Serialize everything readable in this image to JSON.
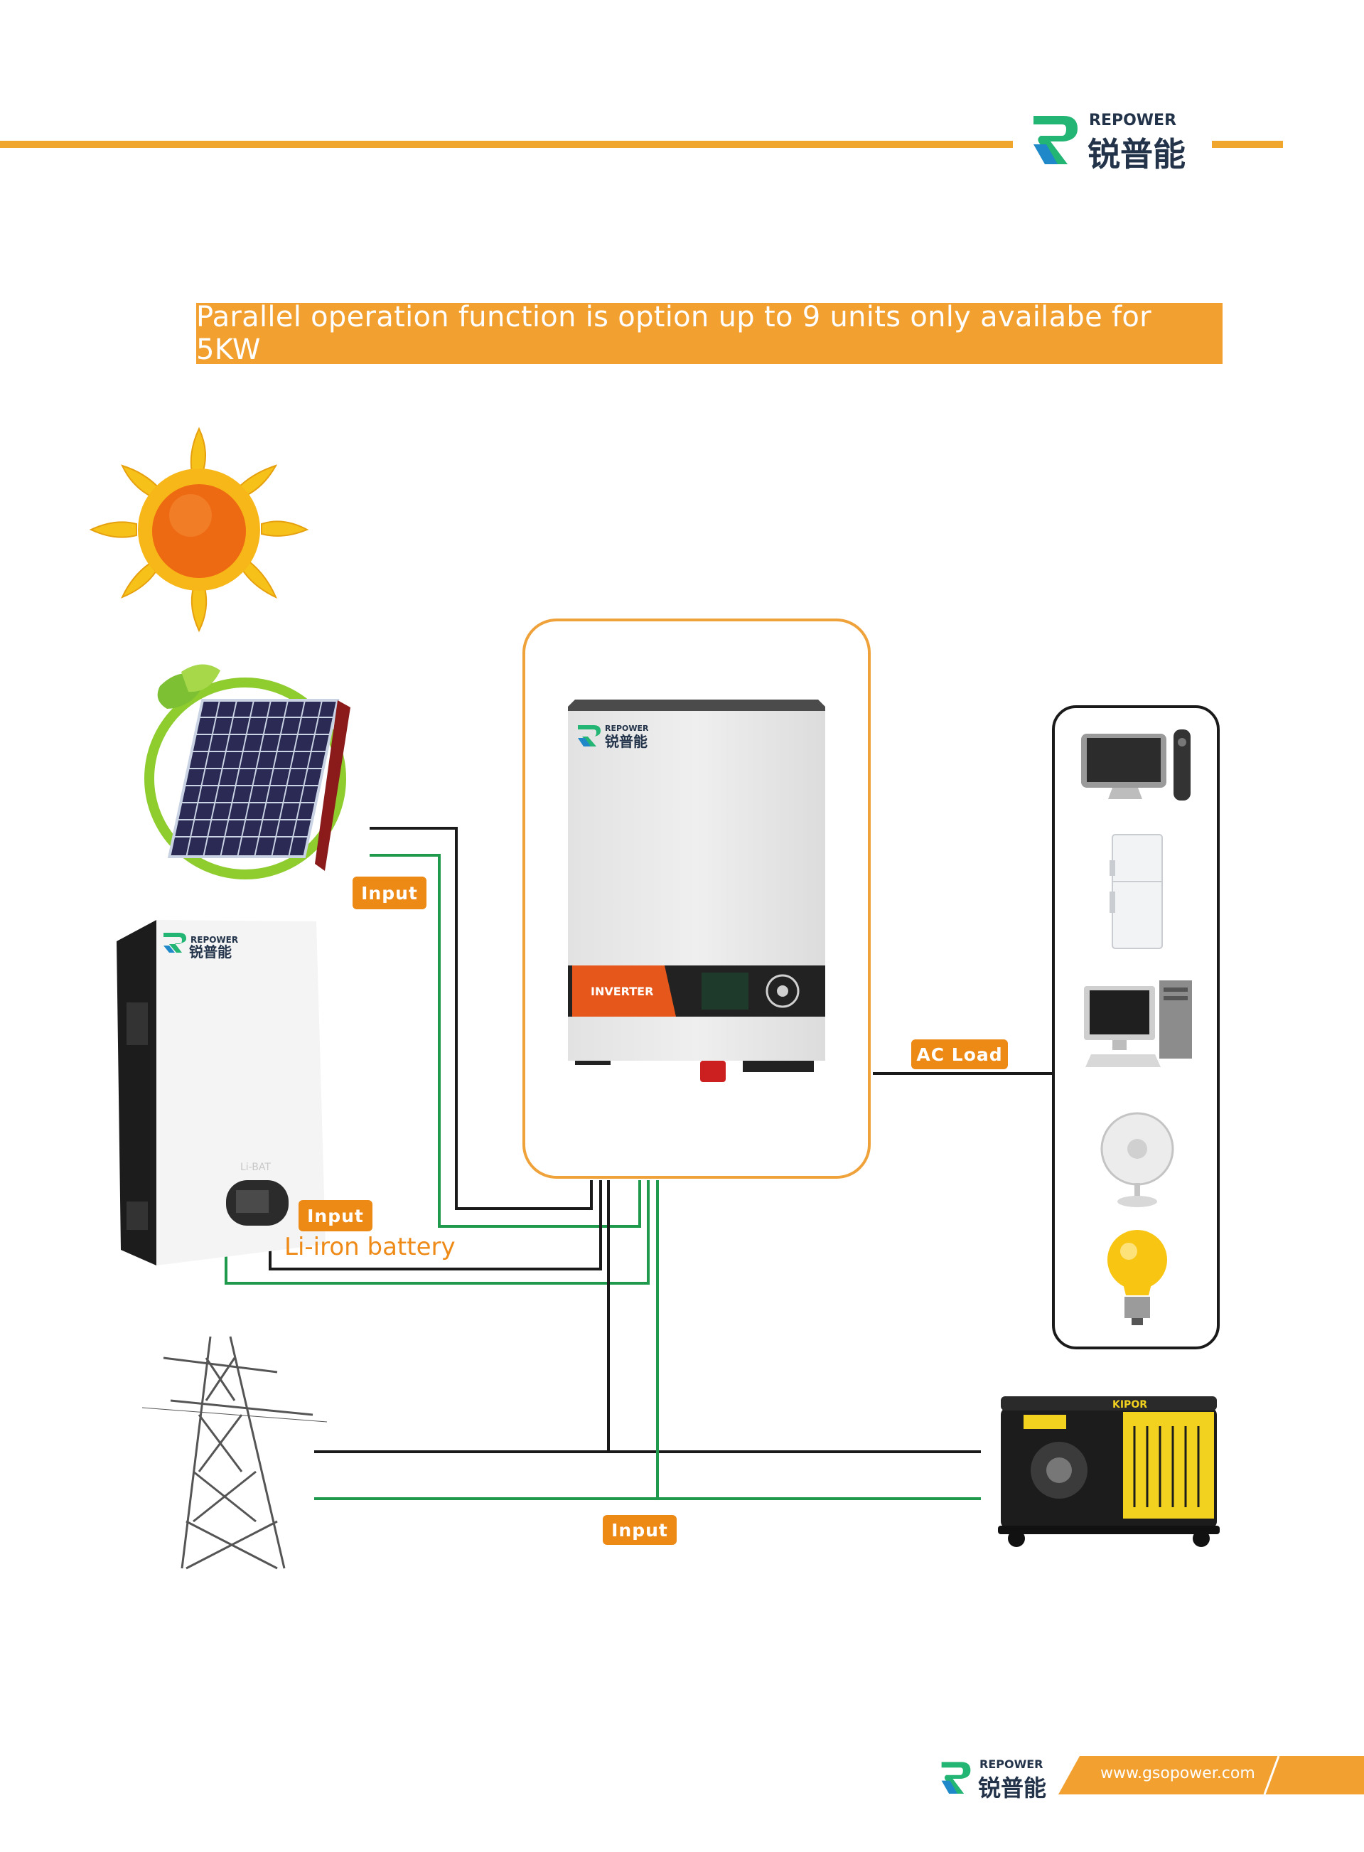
{
  "header": {
    "brand_en": "REPOWER",
    "brand_cn": "锐普能"
  },
  "banner": {
    "text": "Parallel operation function is option up to 9 units only availabe for 5KW"
  },
  "labels": {
    "solar_input": "Input",
    "battery_input": "Input",
    "battery_name": "Li-iron battery",
    "grid_input": "Input",
    "ac_load": "AC Load"
  },
  "inverter": {
    "brand_en": "REPOWER",
    "brand_cn": "锐普能",
    "panel_label": "INVERTER"
  },
  "battery_unit": {
    "brand_en": "REPOWER",
    "brand_cn": "锐普能",
    "model": "Li-BAT"
  },
  "generator": {
    "brand": "KIPOR"
  },
  "footer": {
    "brand_en": "REPOWER",
    "brand_cn": "锐普能",
    "url": "www.gsopower.com"
  },
  "colors": {
    "accent_orange": "#f2a02f",
    "label_orange": "#ec8a15",
    "box_border_orange": "#f0a23a",
    "wire_black": "#1a1a1a",
    "wire_green": "#1f9a4c",
    "logo_green": "#22b573",
    "logo_blue": "#1e88c8"
  },
  "icons": [
    "sun-icon",
    "solar-panel-icon",
    "battery-icon",
    "inverter-icon",
    "tv-icon",
    "fridge-icon",
    "computer-icon",
    "fan-icon",
    "bulb-icon",
    "pylon-icon",
    "generator-icon",
    "repower-logo-icon"
  ]
}
